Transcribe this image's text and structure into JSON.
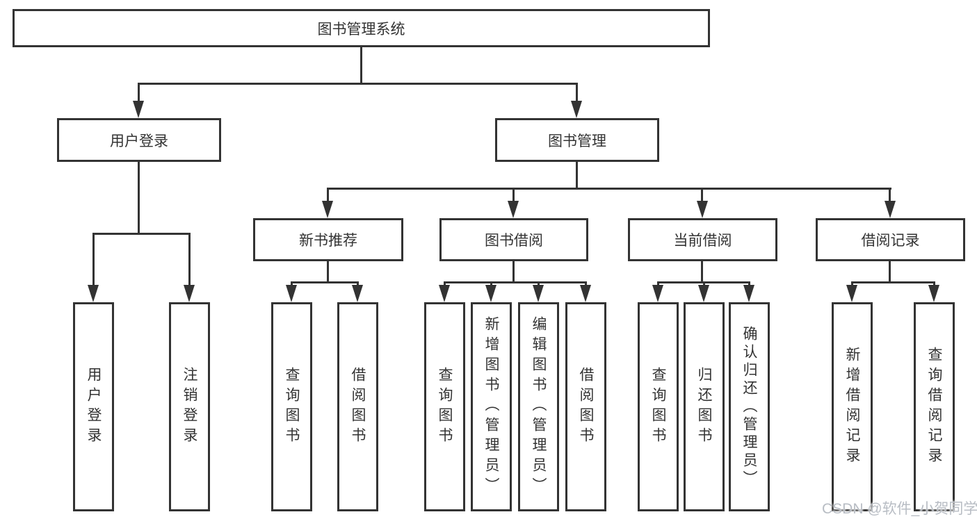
{
  "colors": {
    "line": "#333333",
    "text": "#333333",
    "watermark_text": "#b8bdc4",
    "background": "#ffffff"
  },
  "tree": {
    "root": {
      "label": "图书管理系统"
    },
    "branches": [
      {
        "label": "用户登录",
        "children": [
          {
            "label": "用户登录"
          },
          {
            "label": "注销登录"
          }
        ]
      },
      {
        "label": "图书管理",
        "groups": [
          {
            "label": "新书推荐",
            "children": [
              {
                "label": "查询图书"
              },
              {
                "label": "借阅图书"
              }
            ]
          },
          {
            "label": "图书借阅",
            "children": [
              {
                "label": "查询图书"
              },
              {
                "label": "新增图书（管理员）"
              },
              {
                "label": "编辑图书（管理员）"
              },
              {
                "label": "借阅图书"
              }
            ]
          },
          {
            "label": "当前借阅",
            "children": [
              {
                "label": "查询图书"
              },
              {
                "label": "归还图书"
              },
              {
                "label": "确认归还（管理员）"
              }
            ]
          },
          {
            "label": "借阅记录",
            "children": [
              {
                "label": "新增借阅记录"
              },
              {
                "label": "查询借阅记录"
              }
            ]
          }
        ]
      }
    ]
  },
  "watermark": "CSDN @软件_小贺同学"
}
